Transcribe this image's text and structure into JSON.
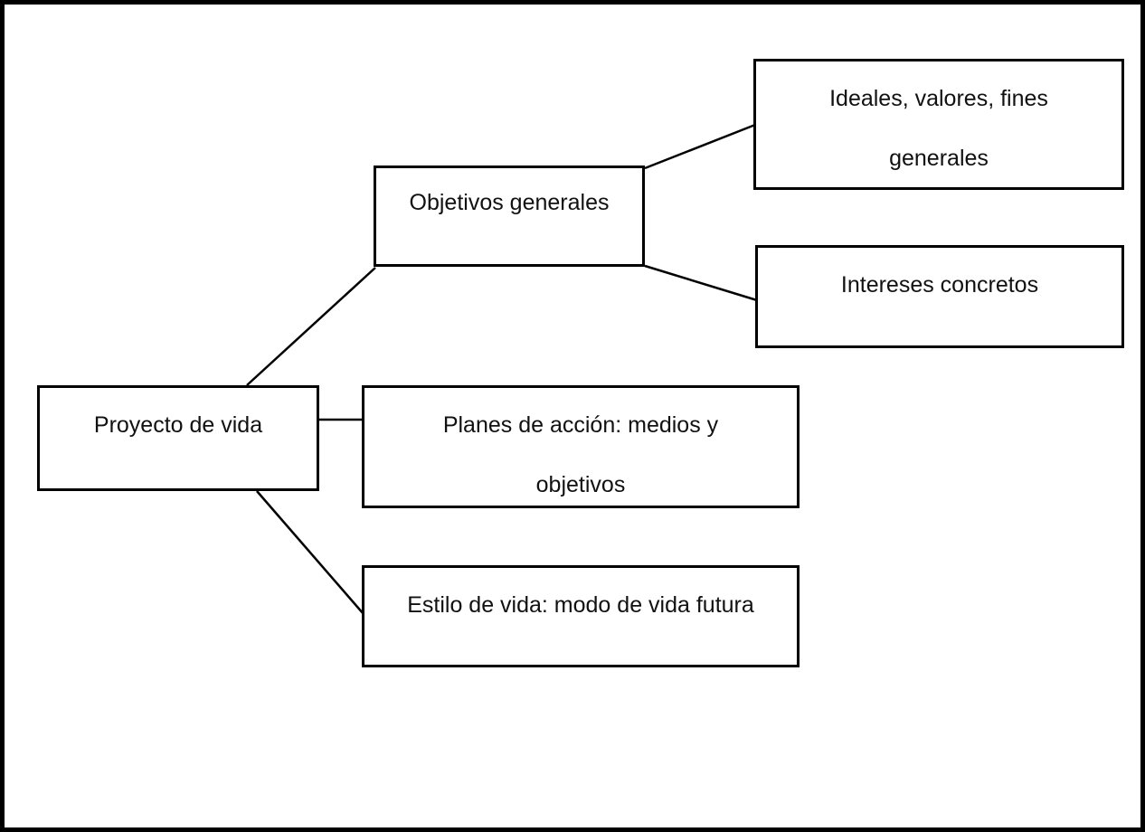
{
  "colors": {
    "border": "#000000",
    "background": "#ffffff",
    "text": "#111111"
  },
  "nodes": {
    "proyecto": {
      "lines": [
        "Proyecto de vida"
      ]
    },
    "objetivos": {
      "lines": [
        "Objetivos generales"
      ]
    },
    "ideales": {
      "lines": [
        "Ideales, valores, fines",
        "generales"
      ]
    },
    "intereses": {
      "lines": [
        "Intereses concretos"
      ]
    },
    "planes": {
      "lines": [
        "Planes de acción: medios y",
        "objetivos"
      ]
    },
    "estilo": {
      "lines": [
        "Estilo de vida: modo de vida futura"
      ]
    }
  },
  "edges": [
    {
      "from": "proyecto",
      "to": "objetivos"
    },
    {
      "from": "proyecto",
      "to": "planes"
    },
    {
      "from": "proyecto",
      "to": "estilo"
    },
    {
      "from": "objetivos",
      "to": "ideales"
    },
    {
      "from": "objetivos",
      "to": "intereses"
    }
  ]
}
